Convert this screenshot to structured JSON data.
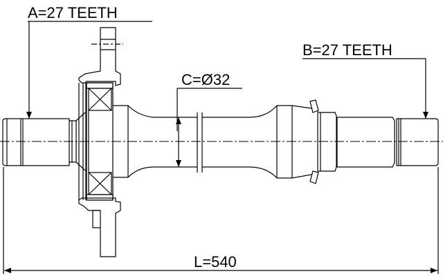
{
  "labels": {
    "a": "A=27 TEETH",
    "b": "B=27 TEETH",
    "c": "C=Ø32",
    "l": "L=540"
  },
  "colors": {
    "line": "#000000",
    "background": "#ffffff"
  }
}
